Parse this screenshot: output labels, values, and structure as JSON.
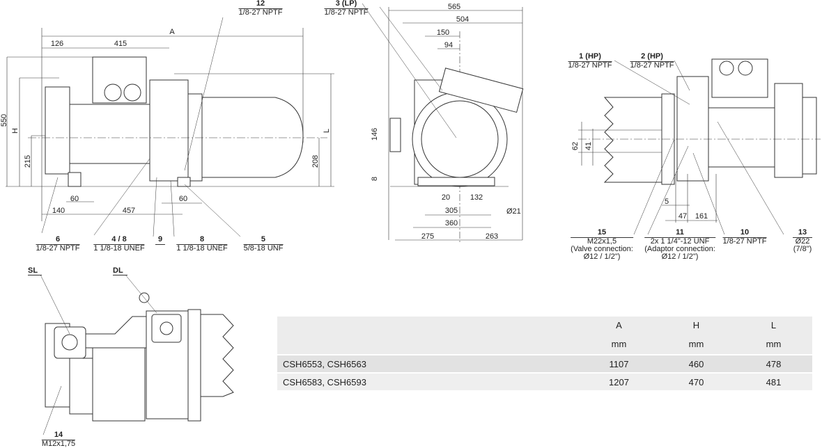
{
  "side_view": {
    "dims": {
      "A": "A",
      "d126": "126",
      "d415": "415",
      "d550": "550",
      "H": "H",
      "d215": "215",
      "d208": "208",
      "L": "L",
      "d60a": "60",
      "d60b": "60",
      "d140": "140",
      "d457": "457"
    },
    "callouts": [
      {
        "num": "12",
        "spec": "1/8-27 NPTF"
      },
      {
        "num": "6",
        "spec": "1/8-27 NPTF"
      },
      {
        "num": "4 / 8",
        "spec": "1 1/8-18 UNEF"
      },
      {
        "num": "9",
        "spec": ""
      },
      {
        "num": "8",
        "spec": "1 1/8-18 UNEF"
      },
      {
        "num": "5",
        "spec": "5/8-18 UNF"
      }
    ]
  },
  "front_view": {
    "dims": {
      "d565": "565",
      "d504": "504",
      "d150": "150",
      "d94": "94",
      "d146": "146",
      "d8": "8",
      "d20": "20",
      "d132": "132",
      "d305": "305",
      "d360": "360",
      "d275": "275",
      "d263": "263",
      "d21": "Ø21"
    },
    "callouts": [
      {
        "num": "3 (LP)",
        "spec": "1/8-27 NPTF"
      }
    ]
  },
  "rear_view": {
    "dims": {
      "d62": "62",
      "d41": "41",
      "d5": "5",
      "d47": "47",
      "d161": "161"
    },
    "callouts": [
      {
        "num": "1 (HP)",
        "spec": "1/8-27 NPTF"
      },
      {
        "num": "2 (HP)",
        "spec": "1/8-27 NPTF"
      },
      {
        "num": "15",
        "spec": "M22x1,5",
        "note1": "(Valve connection:",
        "note2": "Ø12 / 1/2\")"
      },
      {
        "num": "11",
        "spec": "2x 1 1/4\"-12 UNF",
        "note1": "(Adaptor connection:",
        "note2": "Ø12 / 1/2\")"
      },
      {
        "num": "10",
        "spec": "1/8-27 NPTF"
      },
      {
        "num": "13",
        "spec": "Ø22 (7/8\")"
      }
    ]
  },
  "top_view": {
    "labels": {
      "SL": "SL",
      "DL": "DL"
    },
    "callouts": [
      {
        "num": "14",
        "spec": "M12x1,75"
      }
    ]
  },
  "table": {
    "headers": [
      "",
      "A",
      "H",
      "L"
    ],
    "units": [
      "",
      "mm",
      "mm",
      "mm"
    ],
    "rows": [
      {
        "model": "CSH6553, CSH6563",
        "A": "1107",
        "H": "460",
        "L": "478"
      },
      {
        "model": "CSH6583, CSH6593",
        "A": "1207",
        "H": "470",
        "L": "481"
      }
    ]
  }
}
